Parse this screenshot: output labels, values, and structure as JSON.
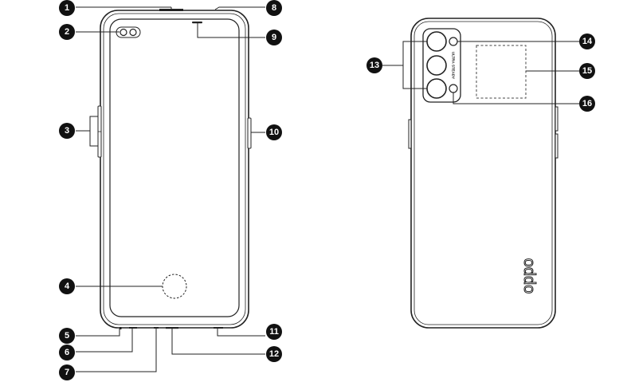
{
  "callouts": [
    "1",
    "2",
    "3",
    "4",
    "5",
    "6",
    "7",
    "8",
    "9",
    "10",
    "11",
    "12",
    "13",
    "14",
    "15",
    "16"
  ],
  "back": {
    "brand_logo": "oppo",
    "camera_label": "ULTRA STEADY"
  },
  "colors": {
    "badge": "#111111",
    "outline": "#222222"
  }
}
